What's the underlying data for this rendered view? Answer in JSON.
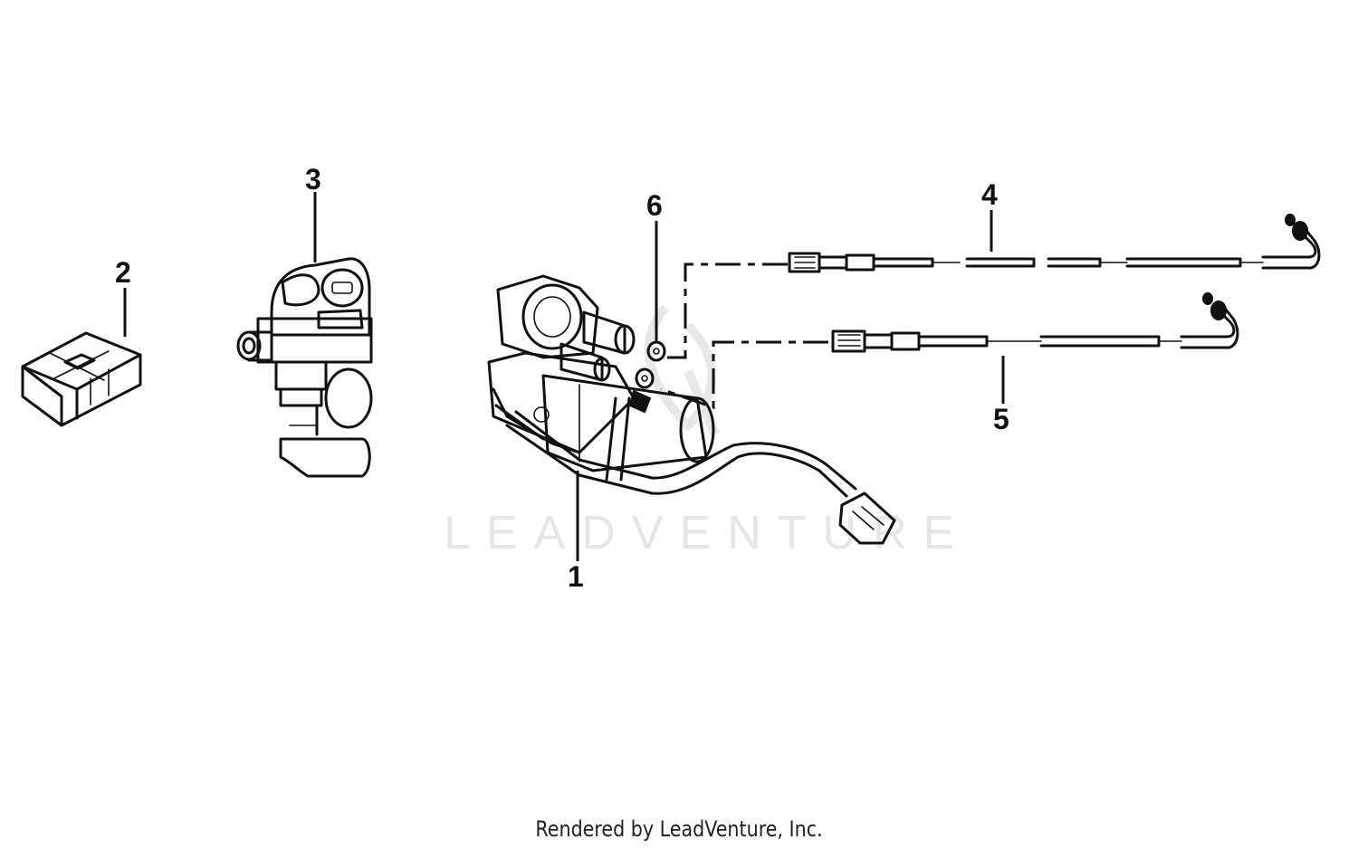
{
  "diagram": {
    "watermark": "LEADVENTURE",
    "callouts": [
      {
        "id": "1",
        "label": "1"
      },
      {
        "id": "2",
        "label": "2"
      },
      {
        "id": "3",
        "label": "3"
      },
      {
        "id": "4",
        "label": "4"
      },
      {
        "id": "5",
        "label": "5"
      },
      {
        "id": "6",
        "label": "6"
      }
    ]
  },
  "footer": {
    "text": "Rendered by LeadVenture, Inc."
  }
}
